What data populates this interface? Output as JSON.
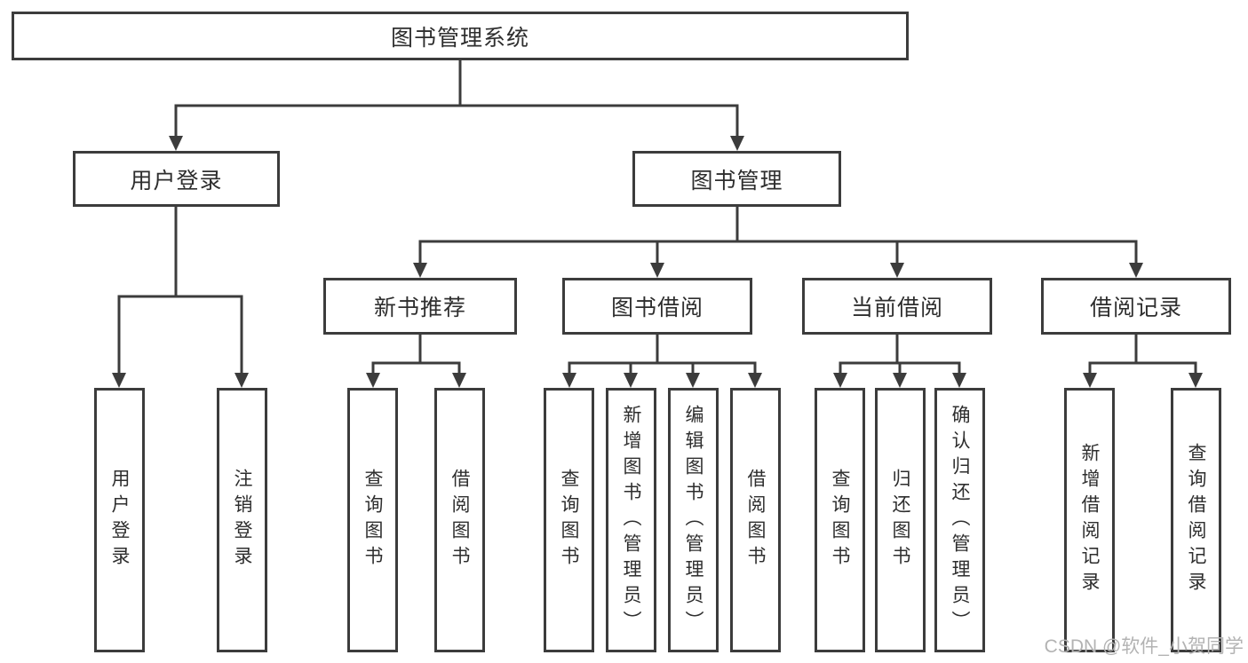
{
  "tree": {
    "root": "图书管理系统",
    "branches": [
      {
        "label": "用户登录",
        "children": [
          "用户登录",
          "注销登录"
        ]
      },
      {
        "label": "图书管理",
        "groups": [
          {
            "label": "新书推荐",
            "children": [
              "查询图书",
              "借阅图书"
            ]
          },
          {
            "label": "图书借阅",
            "children": [
              "查询图书",
              "新增图书（管理员）",
              "编辑图书（管理员）",
              "借阅图书"
            ]
          },
          {
            "label": "当前借阅",
            "children": [
              "查询图书",
              "归还图书",
              "确认归还（管理员）"
            ]
          },
          {
            "label": "借阅记录",
            "children": [
              "新增借阅记录",
              "查询借阅记录"
            ]
          }
        ]
      }
    ]
  },
  "watermark": {
    "text": "CSDN @软件_小贺同学"
  },
  "colors": {
    "line": "#3c3c3c",
    "text": "#2e2e2e",
    "background": "#ffffff",
    "watermark": "#b3b3b3"
  }
}
